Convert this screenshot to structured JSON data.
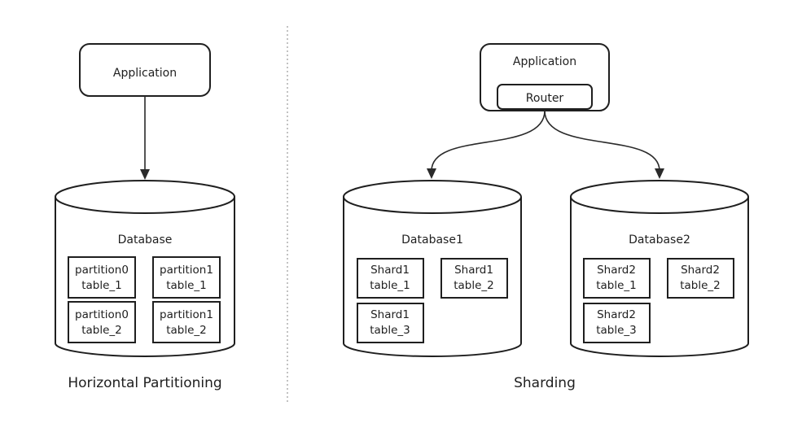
{
  "left": {
    "application_label": "Application",
    "database_label": "Database",
    "caption": "Horizontal Partitioning",
    "partitions": [
      {
        "line1": "partition0",
        "line2": "table_1"
      },
      {
        "line1": "partition1",
        "line2": "table_1"
      },
      {
        "line1": "partition0",
        "line2": "table_2"
      },
      {
        "line1": "partition1",
        "line2": "table_2"
      }
    ]
  },
  "right": {
    "application_label": "Application",
    "router_label": "Router",
    "caption": "Sharding",
    "databases": [
      {
        "label": "Database1",
        "shards": [
          {
            "line1": "Shard1",
            "line2": "table_1"
          },
          {
            "line1": "Shard1",
            "line2": "table_2"
          },
          {
            "line1": "Shard1",
            "line2": "table_3"
          }
        ]
      },
      {
        "label": "Database2",
        "shards": [
          {
            "line1": "Shard2",
            "line2": "table_1"
          },
          {
            "line1": "Shard2",
            "line2": "table_2"
          },
          {
            "line1": "Shard2",
            "line2": "table_3"
          }
        ]
      }
    ]
  }
}
